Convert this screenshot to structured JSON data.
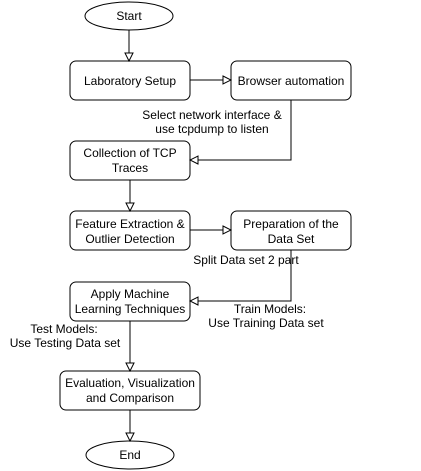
{
  "diagram": {
    "nodes": {
      "start": "Start",
      "lab_setup": "Laboratory Setup",
      "browser_automation": "Browser automation",
      "collection": [
        "Collection of TCP",
        "Traces"
      ],
      "feature_extraction": [
        "Feature Extraction &",
        "Outlier Detection"
      ],
      "preparation": [
        "Preparation of the",
        "Data Set"
      ],
      "apply_ml": [
        "Apply Machine",
        "Learning Techniques"
      ],
      "evaluation": [
        "Evaluation, Visualization",
        "and Comparison"
      ],
      "end": "End"
    },
    "edge_labels": {
      "select_interface": [
        "Select network interface &",
        "use tcpdump to listen"
      ],
      "split_data": "Split Data set 2 part",
      "train_models": [
        "Train Models:",
        "Use Training Data set"
      ],
      "test_models": [
        "Test Models:",
        "Use Testing Data set"
      ]
    }
  }
}
